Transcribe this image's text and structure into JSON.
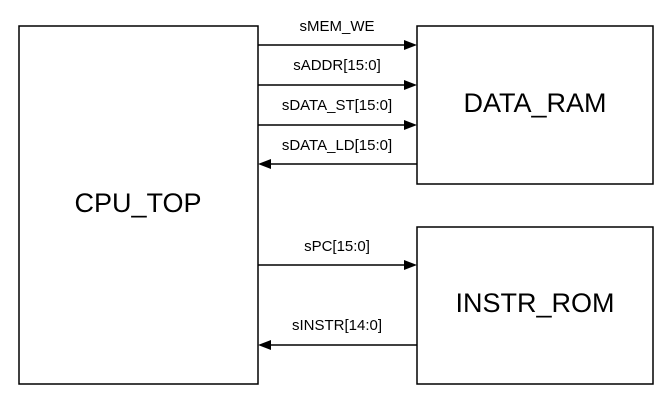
{
  "blocks": {
    "cpu_top": "CPU_TOP",
    "data_ram": "DATA_RAM",
    "instr_rom": "INSTR_ROM"
  },
  "signals": {
    "mem_we": "sMEM_WE",
    "addr": "sADDR[15:0]",
    "data_st": "sDATA_ST[15:0]",
    "data_ld": "sDATA_LD[15:0]",
    "pc": "sPC[15:0]",
    "instr": "sINSTR[14:0]"
  }
}
